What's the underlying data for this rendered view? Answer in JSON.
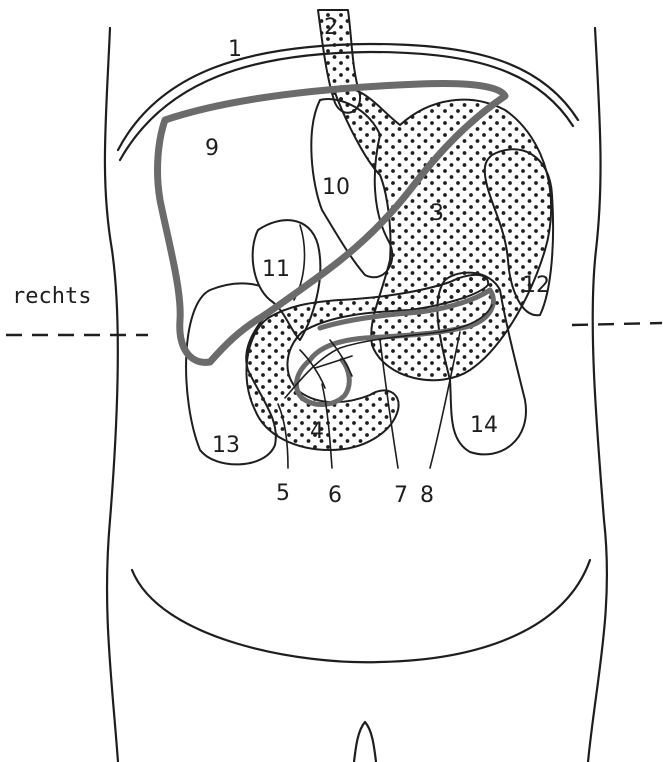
{
  "side_label": "rechts",
  "colors": {
    "ink": "#1e1e1e",
    "organ_outline": "#6b6b6b",
    "paper": "#ffffff"
  },
  "labels": {
    "n1": "1",
    "n2": "2",
    "n3": "3",
    "n4": "4",
    "n5": "5",
    "n6": "6",
    "n7": "7",
    "n8": "8",
    "n9": "9",
    "n10": "10",
    "n11": "11",
    "n12": "12",
    "n13": "13",
    "n14": "14"
  }
}
